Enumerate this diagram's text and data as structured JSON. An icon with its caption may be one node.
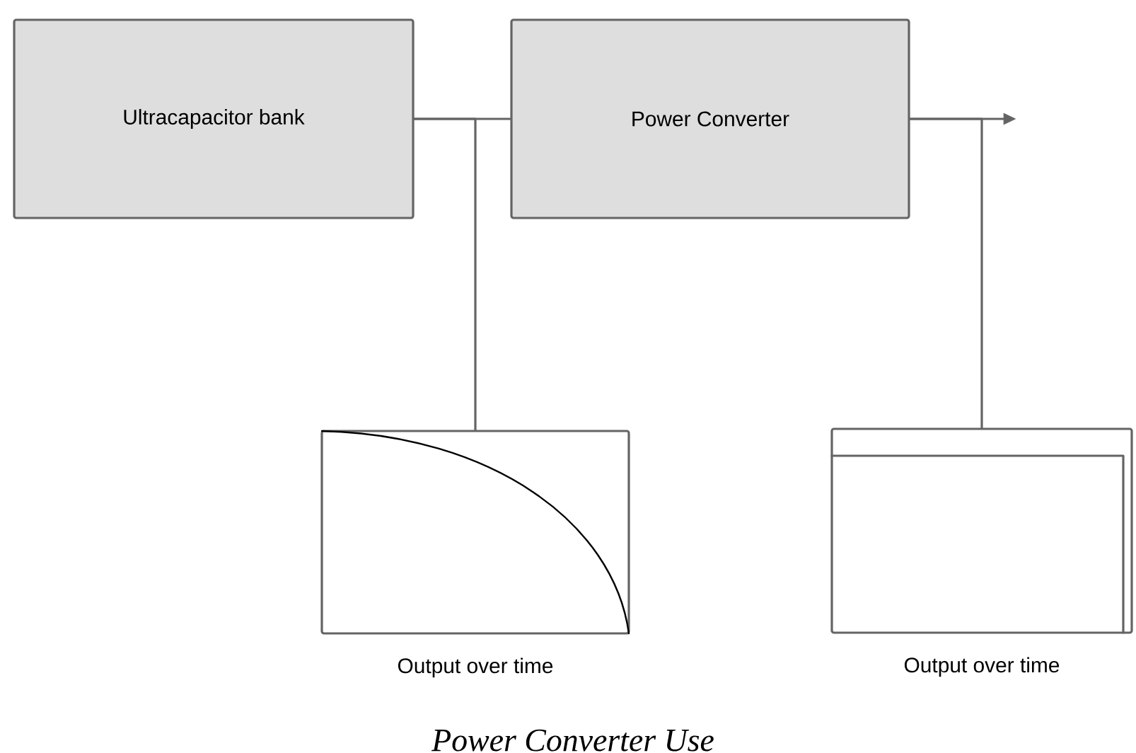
{
  "diagram": {
    "caption": "Power Converter Use",
    "nodes": [
      {
        "text": [
          "Ultracapacitor bank"
        ]
      },
      {
        "text": [
          "Power Converter"
        ]
      },
      {
        "text": [],
        "shape": "box",
        "beside": [
          "Output over time"
        ]
      },
      {
        "text": [],
        "shape": "box",
        "beside": [
          "Output over time"
        ]
      }
    ],
    "edges": [
      {
        "from": 0,
        "to": 1,
        "arrow": "none"
      },
      {
        "from": 0,
        "to": 2,
        "arrow": "none"
      },
      {
        "from": 1,
        "to": null,
        "arrow": "to"
      },
      {
        "from": 1,
        "to": 3,
        "arrow": "none"
      }
    ]
  }
}
